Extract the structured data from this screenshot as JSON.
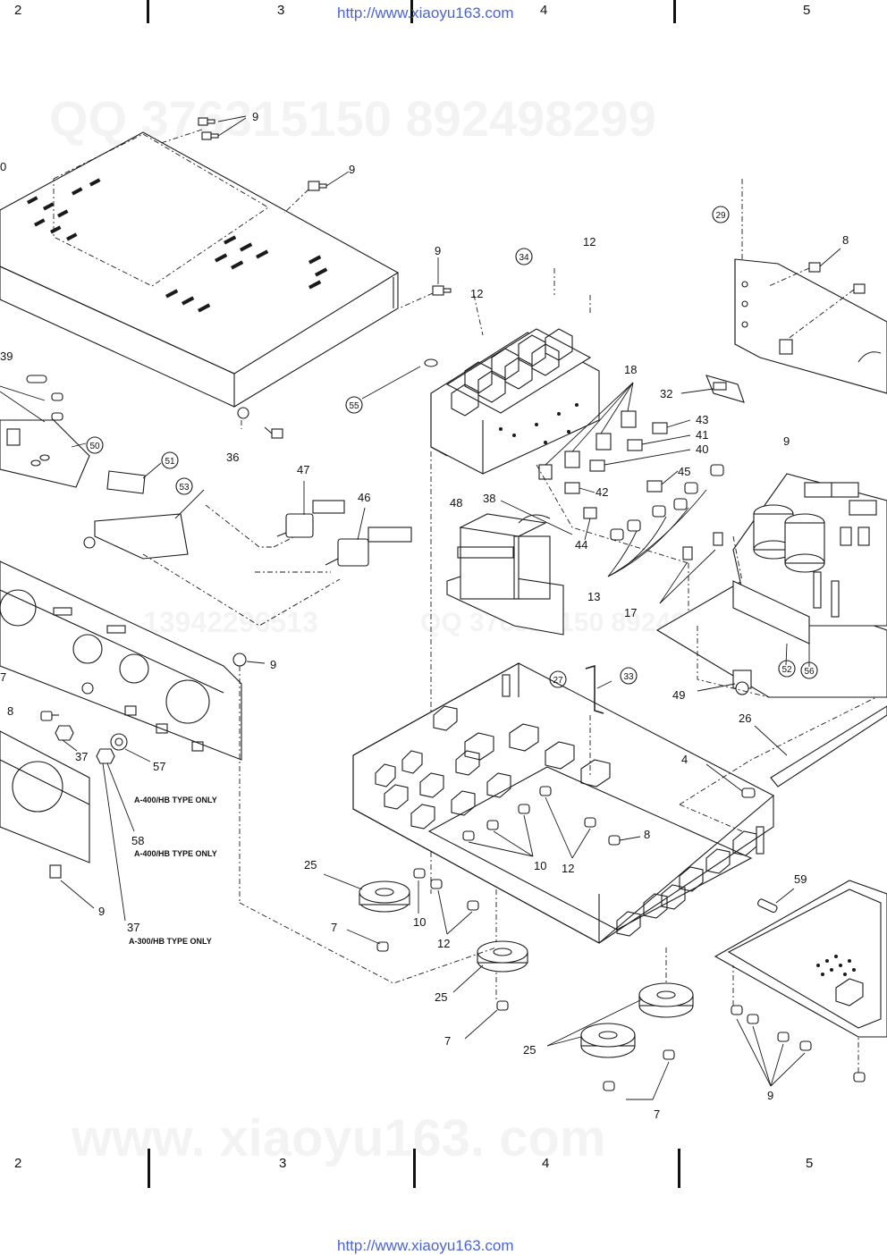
{
  "header": {
    "url": "http://www.xiaoyu163.com",
    "columns": [
      "2",
      "3",
      "4",
      "5"
    ]
  },
  "footer": {
    "url": "http://www.xiaoyu163.com",
    "columns": [
      "2",
      "3",
      "4",
      "5"
    ]
  },
  "watermarks": {
    "qq_top": "QQ 376315150   892498299",
    "phone_mid": "13942296513",
    "qq_mid": "QQ  376315150   892498299",
    "site_bottom": "www. xiaoyu163. com"
  },
  "notes": {
    "a400_1": "A-400/HB  TYPE  ONLY",
    "a400_2": "A-400/HB  TYPE  ONLY",
    "a300": "A-300/HB  TYPE  ONLY"
  },
  "callouts": [
    {
      "id": "c9a",
      "text": "9"
    },
    {
      "id": "c9b",
      "text": "9"
    },
    {
      "id": "c9c",
      "text": "9"
    },
    {
      "id": "c12a",
      "text": "12"
    },
    {
      "id": "c12b",
      "text": "12"
    },
    {
      "id": "c34",
      "text": "34",
      "circled": true
    },
    {
      "id": "c29",
      "text": "29",
      "circled": true
    },
    {
      "id": "c8a",
      "text": "8"
    },
    {
      "id": "c39",
      "text": "39"
    },
    {
      "id": "c18",
      "text": "18"
    },
    {
      "id": "c32",
      "text": "32"
    },
    {
      "id": "c55",
      "text": "55",
      "circled": true
    },
    {
      "id": "c43",
      "text": "43"
    },
    {
      "id": "c41",
      "text": "41"
    },
    {
      "id": "c40",
      "text": "40"
    },
    {
      "id": "c9d",
      "text": "9"
    },
    {
      "id": "c50",
      "text": "50",
      "circled": true
    },
    {
      "id": "c36",
      "text": "36"
    },
    {
      "id": "c51",
      "text": "51",
      "circled": true
    },
    {
      "id": "c45",
      "text": "45"
    },
    {
      "id": "c47",
      "text": "47"
    },
    {
      "id": "c53",
      "text": "53",
      "circled": true
    },
    {
      "id": "c42",
      "text": "42"
    },
    {
      "id": "c46",
      "text": "46"
    },
    {
      "id": "c38",
      "text": "38"
    },
    {
      "id": "c48",
      "text": "48"
    },
    {
      "id": "c44",
      "text": "44"
    },
    {
      "id": "c13",
      "text": "13"
    },
    {
      "id": "c17",
      "text": "17"
    },
    {
      "id": "c9e",
      "text": "9"
    },
    {
      "id": "c52",
      "text": "52",
      "circled": true
    },
    {
      "id": "c56",
      "text": "56",
      "circled": true
    },
    {
      "id": "c27",
      "text": "27",
      "circled": true
    },
    {
      "id": "c33",
      "text": "33",
      "circled": true
    },
    {
      "id": "c49",
      "text": "49"
    },
    {
      "id": "c7a",
      "text": "7"
    },
    {
      "id": "c8b",
      "text": "8"
    },
    {
      "id": "c26",
      "text": "26"
    },
    {
      "id": "c37a",
      "text": "37"
    },
    {
      "id": "c57",
      "text": "57"
    },
    {
      "id": "c4",
      "text": "4"
    },
    {
      "id": "c58",
      "text": "58"
    },
    {
      "id": "c8c",
      "text": "8"
    },
    {
      "id": "c10a",
      "text": "10"
    },
    {
      "id": "c12c",
      "text": "12"
    },
    {
      "id": "c25a",
      "text": "25"
    },
    {
      "id": "c59",
      "text": "59"
    },
    {
      "id": "c9f",
      "text": "9"
    },
    {
      "id": "c10b",
      "text": "10"
    },
    {
      "id": "c37b",
      "text": "37"
    },
    {
      "id": "c12d",
      "text": "12"
    },
    {
      "id": "c7b",
      "text": "7"
    },
    {
      "id": "c25b",
      "text": "25"
    },
    {
      "id": "c7c",
      "text": "7"
    },
    {
      "id": "c25c",
      "text": "25"
    },
    {
      "id": "c9g",
      "text": "9"
    },
    {
      "id": "c7d",
      "text": "7"
    },
    {
      "id": "c0",
      "text": "0"
    }
  ]
}
